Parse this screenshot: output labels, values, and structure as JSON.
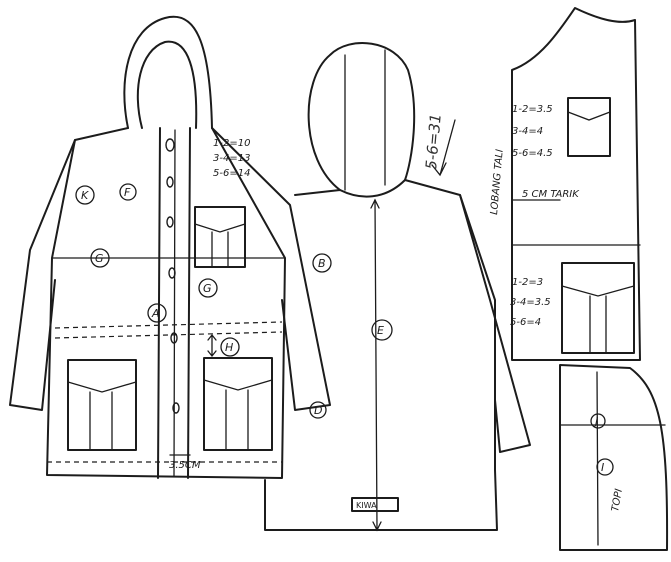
{
  "labels": {
    "k": "K",
    "f": "F",
    "g_chest": "G",
    "g_pocket": "G",
    "b": "B",
    "a": "A",
    "h": "H",
    "e": "E",
    "d": "D",
    "j": "J",
    "i": "I"
  },
  "notes": {
    "front_upper_1": "1-2=10",
    "front_upper_2": "3-4=13",
    "front_upper_3": "5-6=14",
    "hood_formula": "5-6=31",
    "lobang_tali": "LOBANG TALI",
    "cm_35": "3.5CM",
    "pattern_top_1": "1-2=3.5",
    "pattern_top_2": "3-4=4",
    "pattern_top_3": "5-6=4.5",
    "cm_5": "5 CM TARIK",
    "pattern_mid_1": "1-2=3",
    "pattern_mid_2": "3-4=3.5",
    "pattern_mid_3": "5-6=4",
    "tag": "KIWA",
    "topi": "TOPI"
  }
}
